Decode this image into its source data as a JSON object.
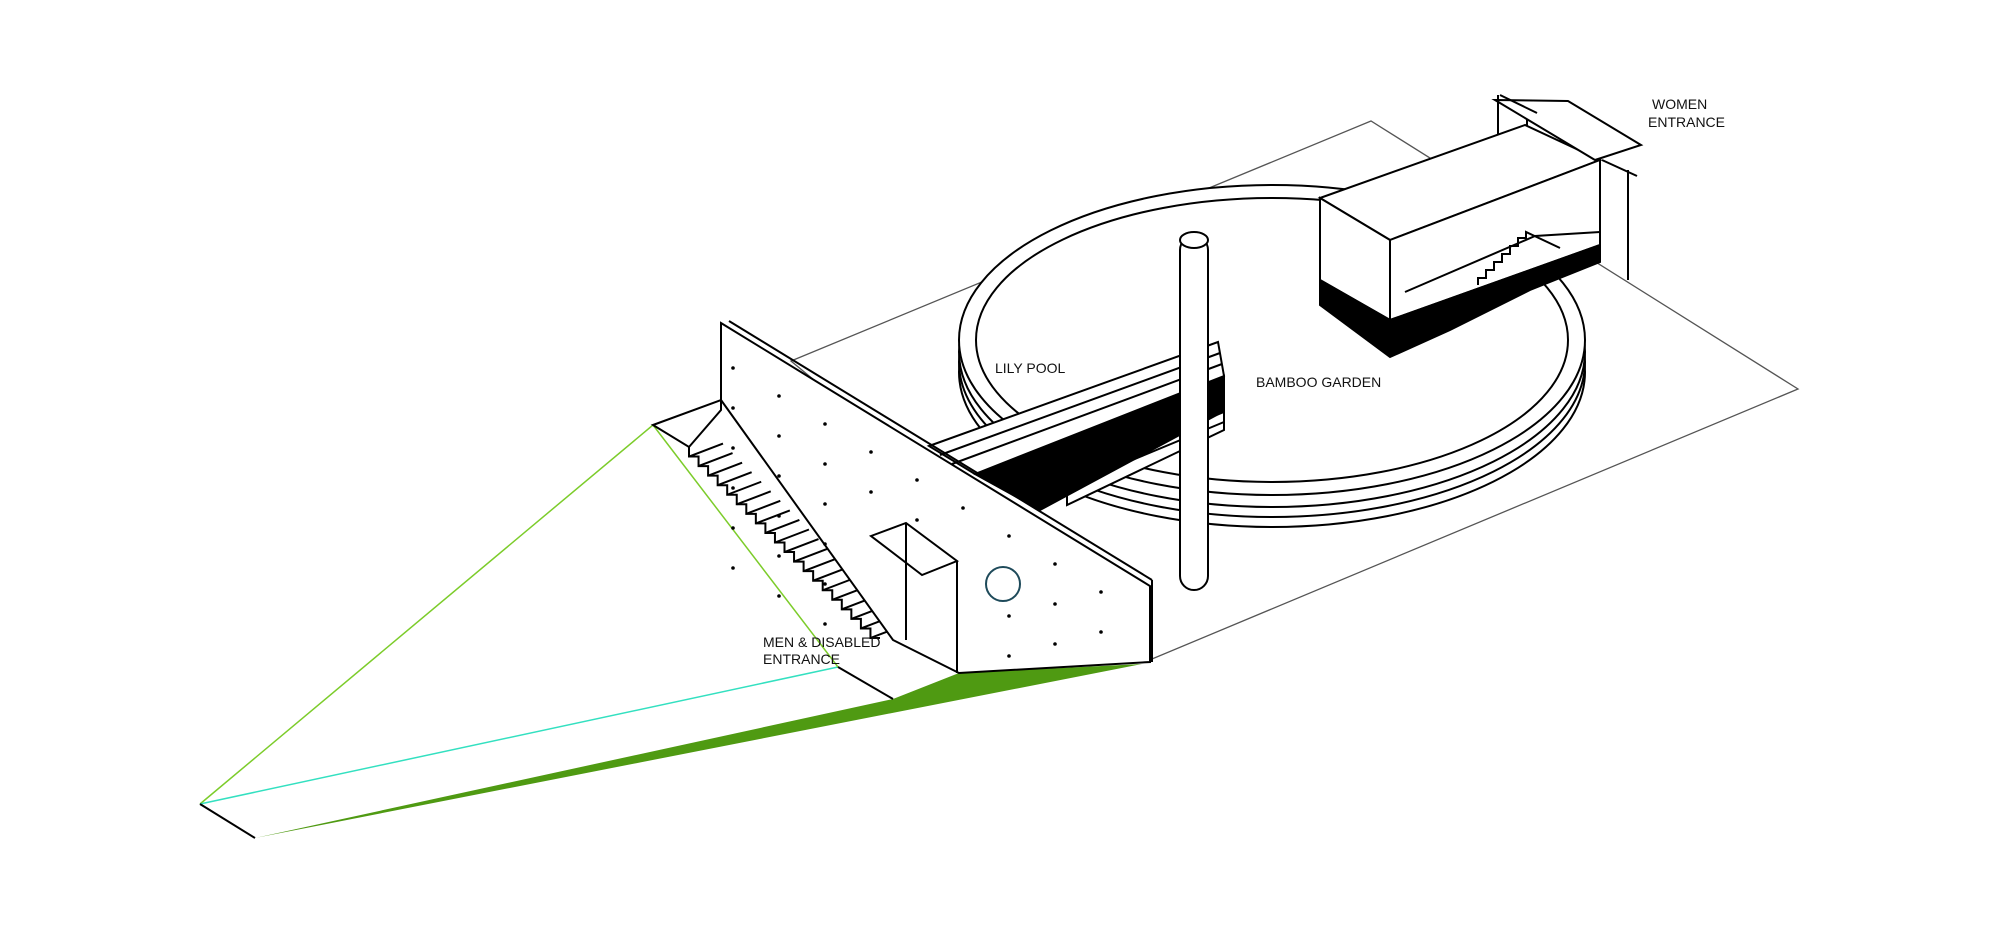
{
  "labels": {
    "lily_pool": "LILY POOL",
    "bamboo_garden": "BAMBOO GARDEN",
    "men_entrance_line1": "MEN & DISABLED",
    "men_entrance_line2": "ENTRANCE",
    "women_entrance_line1": "WOMEN",
    "women_entrance_line2": "ENTRANCE"
  },
  "colors": {
    "line": "#000000",
    "site_line": "#555555",
    "grass": "#4f9a12",
    "grass_edge": "#7ccc2a",
    "cyan_edge": "#33e0c0",
    "window": "#1e4a5a"
  }
}
